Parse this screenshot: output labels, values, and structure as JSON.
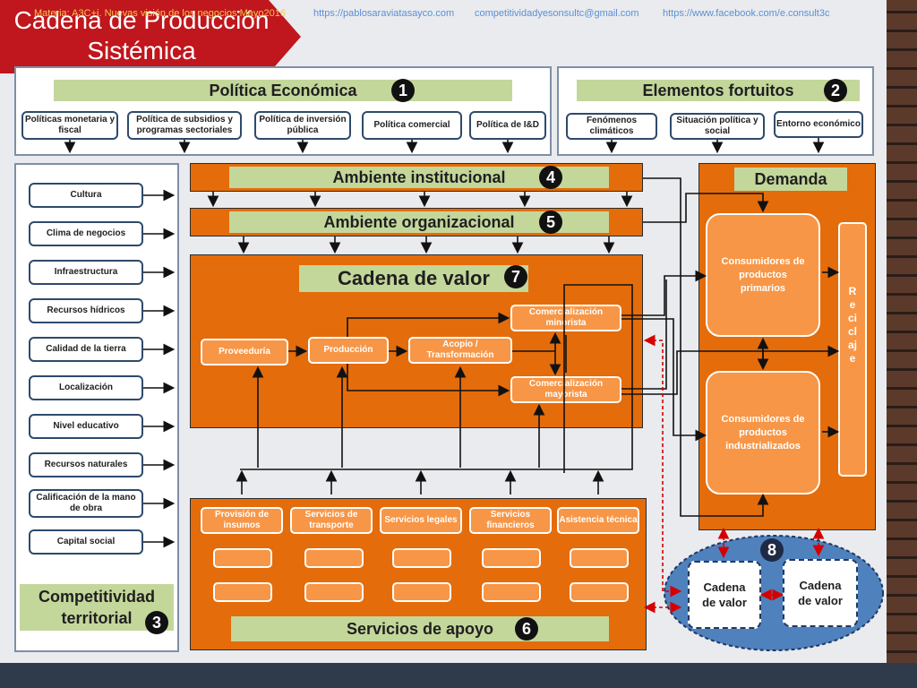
{
  "title": "Cadena de Producción Sistémica",
  "politica": {
    "header": "Política Económica",
    "number": "1",
    "items": [
      "Políticas monetaria y fiscal",
      "Política de subsidios y programas sectoriales",
      "Política de inversión pública",
      "Política comercial",
      "Política de I&D"
    ]
  },
  "fortuitos": {
    "header": "Elementos fortuitos",
    "number": "2",
    "items": [
      "Fenómenos climáticos",
      "Situación política y social",
      "Entorno económico"
    ]
  },
  "competitividad": {
    "items": [
      "Cultura",
      "Clima de negocios",
      "Infraestructura",
      "Recursos hídricos",
      "Calidad de la tierra",
      "Localización",
      "Nivel educativo",
      "Recursos naturales",
      "Calificación de la mano de obra",
      "Capital social"
    ],
    "label": "Competitividad territorial",
    "number": "3"
  },
  "institucional": {
    "label": "Ambiente institucional",
    "number": "4"
  },
  "organizacional": {
    "label": "Ambiente organizacional",
    "number": "5"
  },
  "cadena": {
    "label": "Cadena de valor",
    "number": "7",
    "nodes": {
      "proveeduria": "Proveeduría",
      "produccion": "Producción",
      "acopio": "Acopio / Transformación",
      "minorista": "Comercialización minorista",
      "mayorista": "Comercialización mayorista"
    }
  },
  "servicios": {
    "items": [
      "Provisión de insumos",
      "Servicios de transporte",
      "Servicios legales",
      "Servicios financieros",
      "Asistencia técnica"
    ],
    "label": "Servicios de apoyo",
    "number": "6"
  },
  "demanda": {
    "label": "Demanda",
    "primarios": "Consumidores de productos primarios",
    "industrializados": "Consumidores de productos industrializados",
    "reciclaje": "Reciclaje"
  },
  "otras": {
    "number": "8",
    "left": "Cadena de valor",
    "right": "Cadena de valor"
  },
  "footer": {
    "materia": "Materia: A3C+i. Nuevas visión de los negocios Mayo2016",
    "web": "https://pablosaraviatasayco.com",
    "email": "competitividadyesonsultc@gmail.com",
    "facebook": "https://www.facebook.com/e.consult3c"
  },
  "colors": {
    "orange": "#e46c0a",
    "green_header": "#c4d79b",
    "title_red": "#c0161d",
    "ellipse_blue": "#4f81bd"
  }
}
